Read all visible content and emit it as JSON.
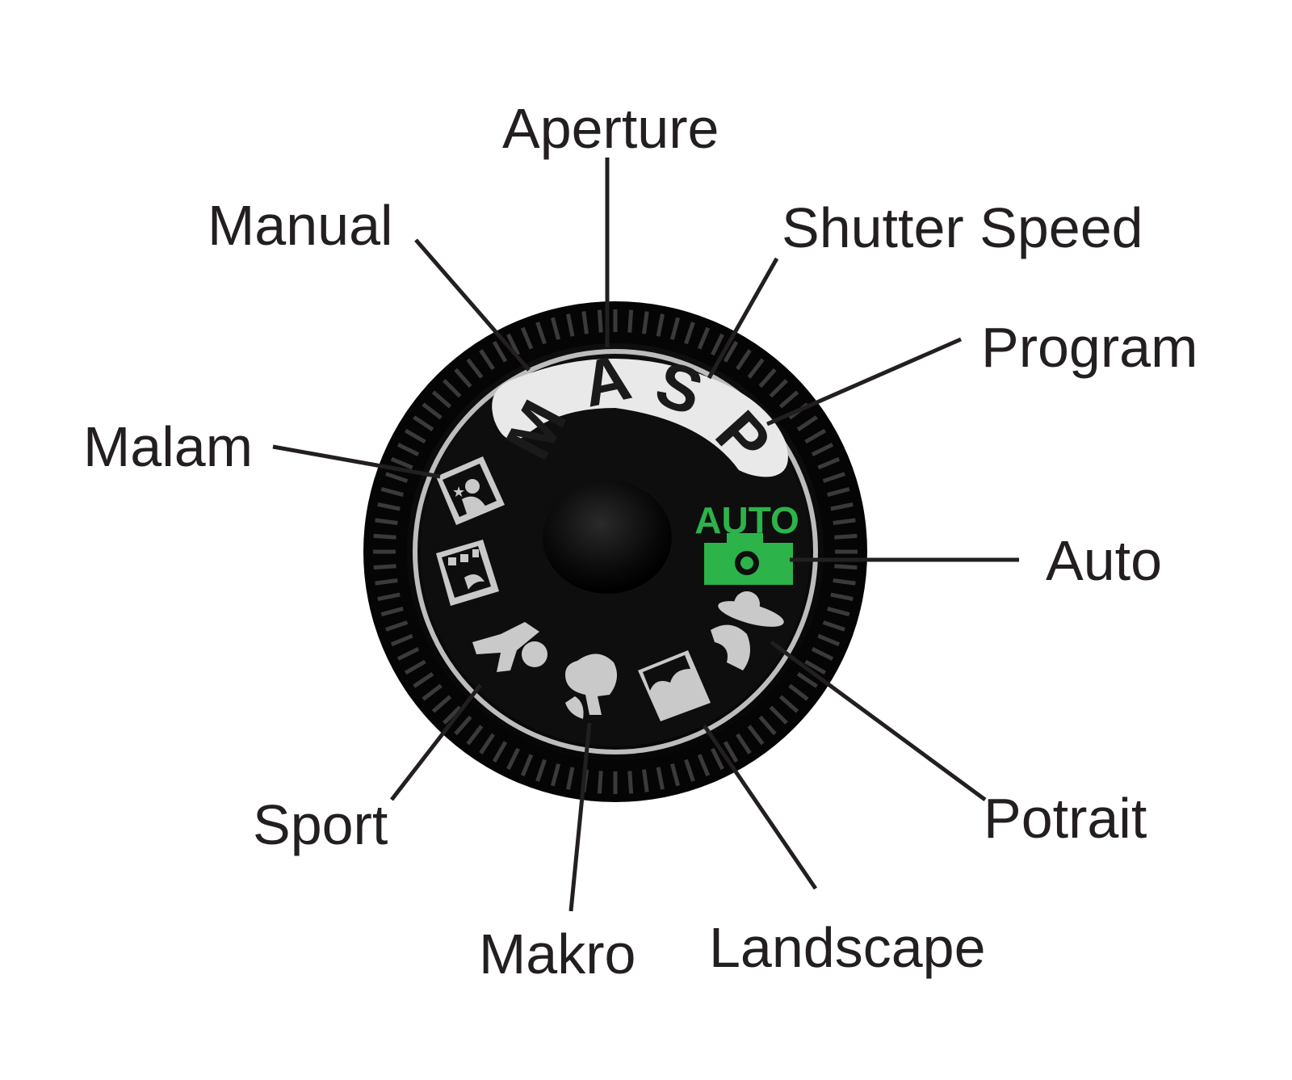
{
  "dial": {
    "mode_letters": [
      "M",
      "A",
      "S",
      "P"
    ],
    "auto_label": "AUTO",
    "colors": {
      "body": "#0d0d0d",
      "ring": "#bdbdbd",
      "icon": "#c9c9c9",
      "auto": "#2cb34a"
    },
    "icons": [
      "night-portrait-icon",
      "night-landscape-icon",
      "sports-icon",
      "macro-icon",
      "landscape-icon",
      "portrait-icon",
      "auto-camera-icon"
    ]
  },
  "callouts": {
    "aperture": "Aperture",
    "manual": "Manual",
    "shutter_speed": "Shutter Speed",
    "program": "Program",
    "malam": "Malam",
    "auto": "Auto",
    "sport": "Sport",
    "potrait": "Potrait",
    "makro": "Makro",
    "landscape": "Landscape"
  }
}
